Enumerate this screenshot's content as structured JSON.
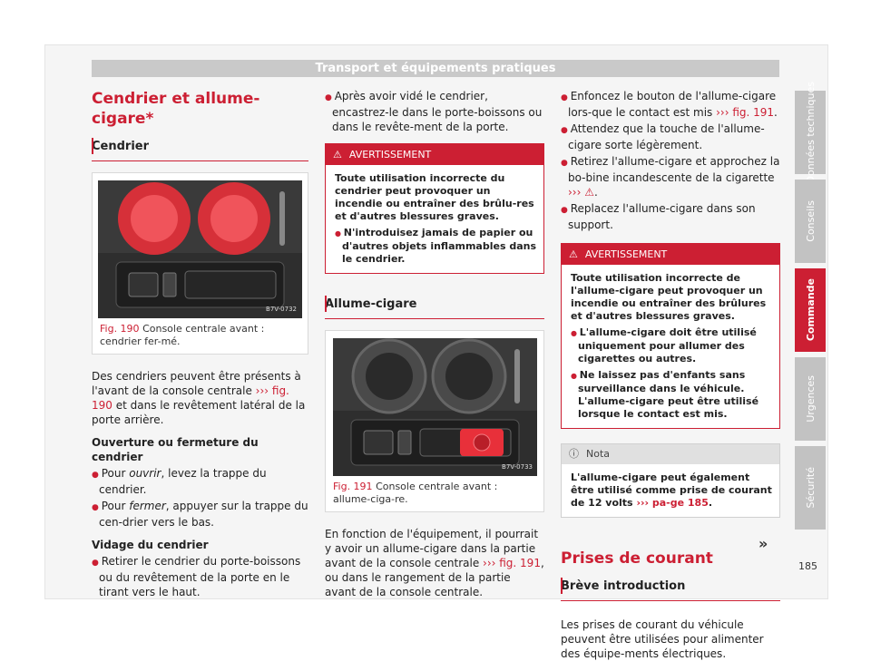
{
  "header": {
    "title": "Transport et équipements pratiques"
  },
  "sidebar": {
    "tabs": [
      {
        "label": "Données techniques"
      },
      {
        "label": "Conseils"
      },
      {
        "label": "Commande"
      },
      {
        "label": "Urgences"
      },
      {
        "label": "Sécurité"
      }
    ]
  },
  "page_number": "185",
  "col1": {
    "title": "Cendrier et allume-cigare*",
    "subhead": "Cendrier",
    "figure": {
      "code": "B7V-0732",
      "label": "Fig. 190",
      "caption": "Console centrale avant : cendrier fer-mé."
    },
    "intro": {
      "a": "Des cendriers peuvent être présents à l'avant de la console centrale ",
      "ref": "››› fig. 190",
      "b": " et dans le revêtement latéral de la porte arrière."
    },
    "open_title": "Ouverture ou fermeture du cendrier",
    "open_items": [
      {
        "a": "Pour ",
        "em": "ouvrir",
        "b": ", levez la trappe du cendrier."
      },
      {
        "a": "Pour ",
        "em": "fermer",
        "b": ", appuyer sur la trappe du cen-drier vers le bas."
      }
    ],
    "empty_title": "Vidage du cendrier",
    "empty_items": [
      "Retirer le cendrier du porte-boissons ou du revêtement de la porte en le tirant vers le haut."
    ]
  },
  "col2": {
    "continued": "Après avoir vidé le cendrier, encastrez-le dans le porte-boissons ou dans le revête-ment de la porte.",
    "warning": {
      "label": "AVERTISSEMENT",
      "text": "Toute utilisation incorrecte du cendrier peut provoquer un incendie ou entraîner des brûlu-res et d'autres blessures graves.",
      "items": [
        "N'introduisez jamais de papier ou d'autres objets inflammables dans le cendrier."
      ]
    },
    "subhead": "Allume-cigare",
    "figure": {
      "code": "B7V-0733",
      "label": "Fig. 191",
      "caption": "Console centrale avant : allume-ciga-re."
    },
    "body": {
      "a": "En fonction de l'équipement, il pourrait y avoir un allume-cigare dans la partie avant de la console centrale ",
      "ref": "››› fig. 191",
      "b": ", ou dans le rangement de la partie avant de la console centrale."
    }
  },
  "col3": {
    "steps": [
      {
        "a": "Enfoncez le bouton de l'allume-cigare lors-que le contact est mis ",
        "ref": "››› fig. 191",
        "b": "."
      },
      {
        "a": "Attendez que la touche de l'allume-cigare sorte légèrement.",
        "ref": "",
        "b": ""
      },
      {
        "a": "Retirez l'allume-cigare et approchez la bo-bine incandescente de la cigarette ",
        "ref": "›››",
        "b": "."
      },
      {
        "a": "Replacez l'allume-cigare dans son support.",
        "ref": "",
        "b": ""
      }
    ],
    "warning": {
      "label": "AVERTISSEMENT",
      "text": "Toute utilisation incorrecte de l'allume-cigare peut provoquer un incendie ou entraîner des brûlures et d'autres blessures graves.",
      "items": [
        "L'allume-cigare doit être utilisé uniquement pour allumer des cigarettes ou autres.",
        "Ne laissez pas d'enfants sans surveillance dans le véhicule. L'allume-cigare peut être utilisé lorsque le contact est mis."
      ]
    },
    "note": {
      "label": "Nota",
      "a": "L'allume-cigare peut également être utilisé comme prise de courant de 12 volts ",
      "ref": "››› pa-ge 185",
      "b": "."
    },
    "title": "Prises de courant",
    "subhead": "Brève introduction",
    "body": "Les prises de courant du véhicule peuvent être utilisées pour alimenter des équipe-ments électriques."
  },
  "next_marker": "»",
  "colors": {
    "accent": "#cc1f33",
    "tab_inactive": "#c2c2c2",
    "header_bar": "#c9c9c9"
  }
}
